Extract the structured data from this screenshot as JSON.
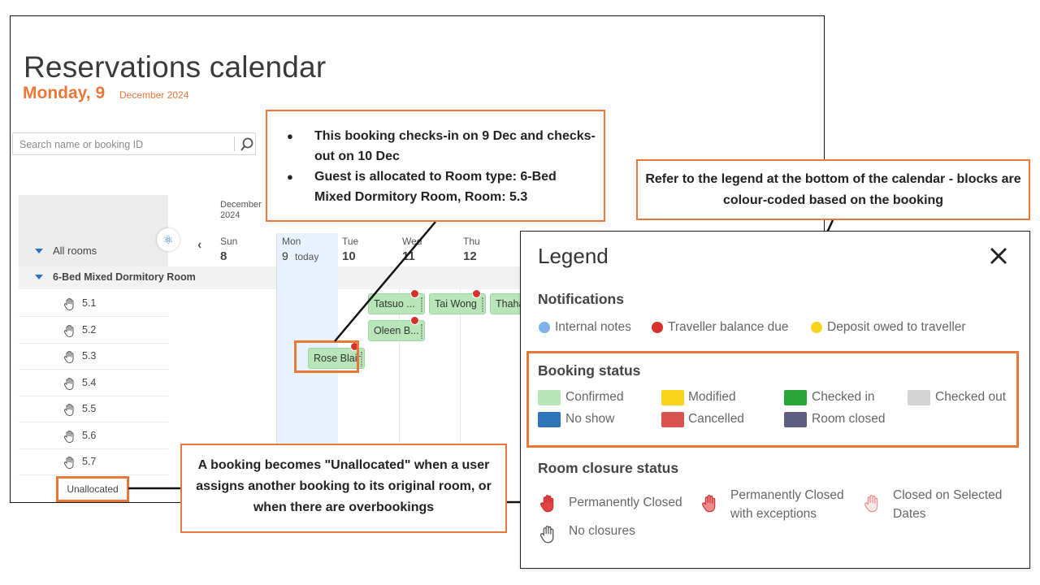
{
  "app": {
    "title": "Reservations calendar",
    "date_big": "Monday, 9",
    "date_small": "December 2024",
    "search": {
      "placeholder": "Search name or booking ID"
    },
    "sidebar": {
      "all_rooms": "All rooms",
      "room_type": "6-Bed Mixed Dormitory Room",
      "rooms": [
        "5.1",
        "5.2",
        "5.3",
        "5.4",
        "5.5",
        "5.6",
        "5.7"
      ],
      "unallocated": "Unallocated"
    },
    "calendar": {
      "month": "December 2024",
      "days": [
        {
          "name": "Sun",
          "num": "8"
        },
        {
          "name": "Mon",
          "num": "9",
          "today": "today"
        },
        {
          "name": "Tue",
          "num": "10"
        },
        {
          "name": "Wed",
          "num": "11"
        },
        {
          "name": "Thu",
          "num": "12"
        }
      ],
      "bookings": [
        {
          "guest": "Tatsuo ...",
          "notification": "red"
        },
        {
          "guest": "Tai Wong",
          "notification": "red"
        },
        {
          "guest": "Thaha"
        },
        {
          "guest": "Oleen B...",
          "notification": "red"
        },
        {
          "guest": "Rose Blair",
          "notification": "red"
        }
      ]
    }
  },
  "callouts": {
    "top": [
      "This booking checks-in on 9 Dec and checks-out on 10 Dec",
      "Guest is allocated to Room type: 6-Bed Mixed Dormitory Room, Room: 5.3"
    ],
    "right": "Refer to the legend at the bottom of the calendar - blocks are colour-coded based on the booking",
    "bottom": "A booking becomes \"Unallocated\" when a user assigns another booking to its original room, or when there are overbookings"
  },
  "legend": {
    "title": "Legend",
    "notifications_title": "Notifications",
    "notifications": [
      {
        "label": "Internal notes",
        "color": "#7fb2ea"
      },
      {
        "label": "Traveller balance due",
        "color": "#d8312b"
      },
      {
        "label": "Deposit owed to traveller",
        "color": "#f5d51c"
      }
    ],
    "booking_status_title": "Booking status",
    "booking_status": [
      {
        "label": "Confirmed",
        "color": "#b8e6b8"
      },
      {
        "label": "Modified",
        "color": "#f8d31a"
      },
      {
        "label": "Checked in",
        "color": "#2aa53a"
      },
      {
        "label": "Checked out",
        "color": "#d4d4d4"
      },
      {
        "label": "No show",
        "color": "#2e74b8"
      },
      {
        "label": "Cancelled",
        "color": "#d9534f"
      },
      {
        "label": "Room closed",
        "color": "#5e5f80"
      }
    ],
    "room_closure_title": "Room closure status",
    "room_closure": [
      {
        "label": "Permanently Closed",
        "icon": "hand-red-filled-icon"
      },
      {
        "label": "Permanently Closed with exceptions",
        "icon": "hand-red-half-icon"
      },
      {
        "label": "Closed on Selected Dates",
        "icon": "hand-red-outline-icon"
      },
      {
        "label": "No closures",
        "icon": "hand-outline-icon"
      }
    ]
  },
  "colors": {
    "accent": "#e8773a",
    "today_bg": "#e8f2fc",
    "booking_green": "#b8e6b8"
  }
}
